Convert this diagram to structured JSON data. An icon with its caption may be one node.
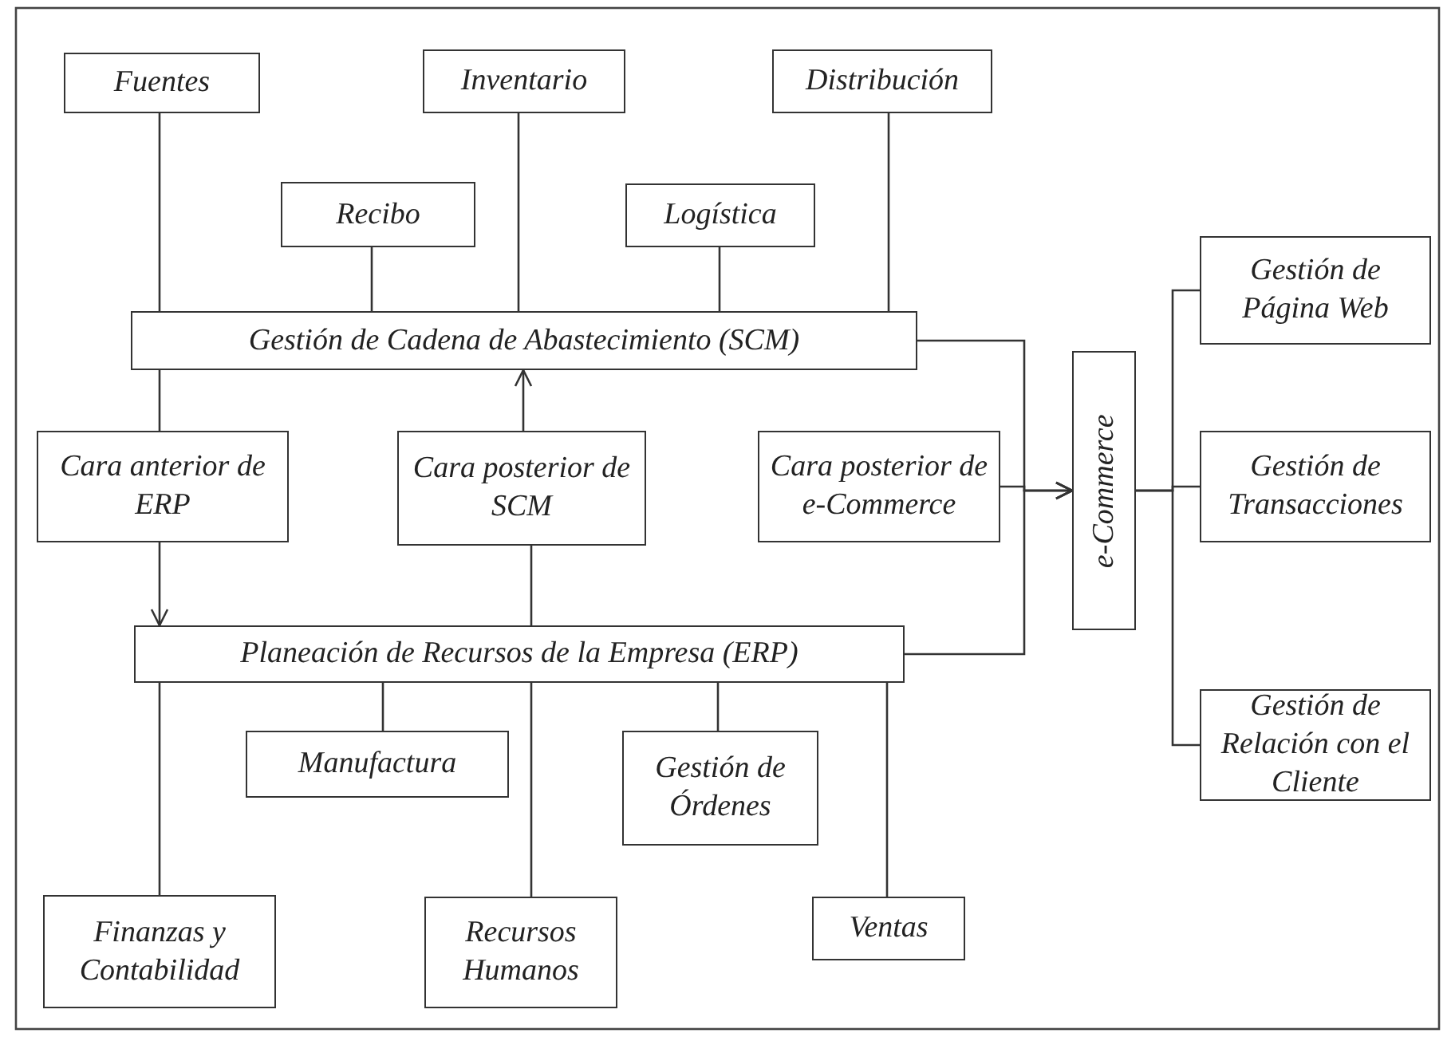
{
  "diagram": {
    "nodes": [
      {
        "text": [
          "Fuentes"
        ]
      },
      {
        "text": [
          "Inventario"
        ]
      },
      {
        "text": [
          "Distribución"
        ]
      },
      {
        "text": [
          "Recibo"
        ]
      },
      {
        "text": [
          "Logística"
        ]
      },
      {
        "text": [
          "Gestión de Cadena de Abastecimiento (SCM)"
        ]
      },
      {
        "text": [
          "Cara anterior de ERP"
        ]
      },
      {
        "text": [
          "Cara posterior de SCM"
        ]
      },
      {
        "text": [
          "Cara posterior de e-Commerce"
        ]
      },
      {
        "text": [
          "Planeación de Recursos de la Empresa (ERP)"
        ]
      },
      {
        "text": [
          "e-Commerce"
        ]
      },
      {
        "text": [
          "Gestión de Página Web"
        ]
      },
      {
        "text": [
          "Gestión de Transacciones"
        ]
      },
      {
        "text": [
          "Gestión de Relación con el Cliente"
        ]
      },
      {
        "text": [
          "Manufactura"
        ]
      },
      {
        "text": [
          "Gestión de Órdenes"
        ]
      },
      {
        "text": [
          "Finanzas y Contabilidad"
        ]
      },
      {
        "text": [
          "Recursos Humanos"
        ]
      },
      {
        "text": [
          "Ventas"
        ]
      }
    ],
    "edges": [
      {
        "from": 0,
        "to": 5,
        "arrow": "none"
      },
      {
        "from": 1,
        "to": 5,
        "arrow": "none"
      },
      {
        "from": 2,
        "to": 5,
        "arrow": "none"
      },
      {
        "from": 3,
        "to": 5,
        "arrow": "none"
      },
      {
        "from": 4,
        "to": 5,
        "arrow": "none"
      },
      {
        "from": 5,
        "to": 6,
        "arrow": "none"
      },
      {
        "from": 6,
        "to": 9,
        "arrow": "to"
      },
      {
        "from": 7,
        "to": 5,
        "arrow": "to"
      },
      {
        "from": 9,
        "to": 7,
        "arrow": "none"
      },
      {
        "from": 5,
        "to": 10,
        "arrow": "to"
      },
      {
        "from": 9,
        "to": 10,
        "arrow": "to"
      },
      {
        "from": 8,
        "to": 10,
        "arrow": "to"
      },
      {
        "from": 10,
        "to": 11,
        "arrow": "none"
      },
      {
        "from": 10,
        "to": 12,
        "arrow": "none"
      },
      {
        "from": 10,
        "to": 13,
        "arrow": "none"
      },
      {
        "from": 9,
        "to": 16,
        "arrow": "none"
      },
      {
        "from": 9,
        "to": 14,
        "arrow": "none"
      },
      {
        "from": 9,
        "to": 17,
        "arrow": "none"
      },
      {
        "from": 9,
        "to": 15,
        "arrow": "none"
      },
      {
        "from": 9,
        "to": 18,
        "arrow": "none"
      }
    ]
  }
}
